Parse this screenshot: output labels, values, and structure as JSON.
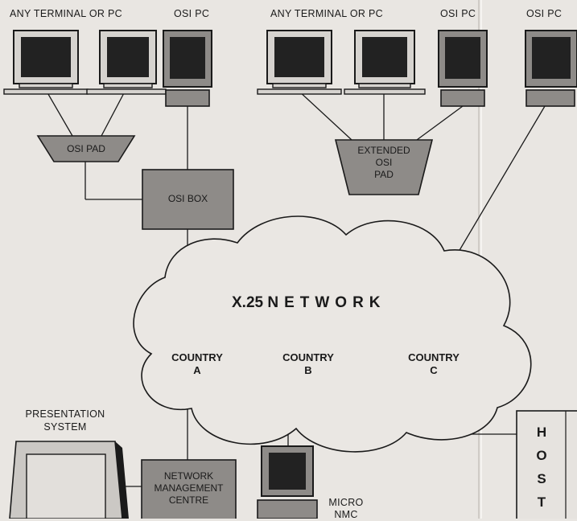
{
  "labels": {
    "terminal_group_1": "ANY TERMINAL OR PC",
    "osi_pc_1": "OSI PC",
    "terminal_group_2": "ANY TERMINAL OR PC",
    "osi_pc_2": "OSI PC",
    "osi_pc_3": "OSI PC",
    "presentation_line1": "PRESENTATION",
    "presentation_line2": "SYSTEM",
    "micro_line1": "MICRO",
    "micro_line2": "NMC"
  },
  "boxes": {
    "osi_pad": "OSI PAD",
    "extended_pad_line1": "EXTENDED",
    "extended_pad_line2": "OSI",
    "extended_pad_line3": "PAD",
    "osi_box": "OSI BOX",
    "nmc_line1": "NETWORK",
    "nmc_line2": "MANAGEMENT",
    "nmc_line3": "CENTRE"
  },
  "network": {
    "title_prefix": "X.25",
    "title_word": "NETWORK",
    "country_word": "COUNTRY",
    "country_a": "A",
    "country_b": "B",
    "country_c": "C"
  },
  "host": {
    "letters": [
      "H",
      "O",
      "S",
      "T"
    ]
  }
}
